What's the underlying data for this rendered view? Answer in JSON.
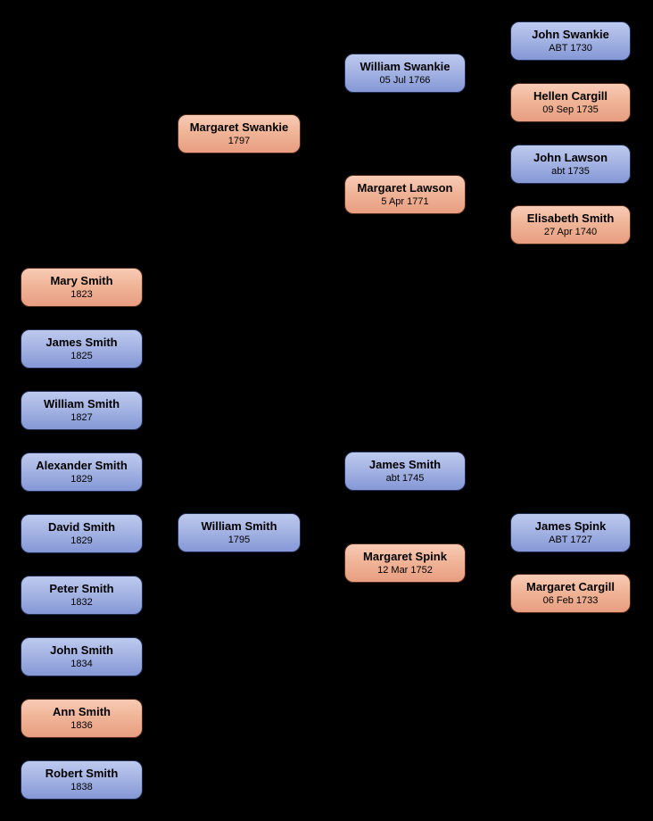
{
  "diagram": {
    "type": "family-tree",
    "background_color": "#000000",
    "colors": {
      "male_box_top": "#bdc9ee",
      "male_box_bottom": "#8598d6",
      "female_box_top": "#f8cbb5",
      "female_box_bottom": "#e89d80",
      "text": "#000000"
    }
  },
  "persons": [
    {
      "name": "Mary Smith",
      "date": "1823",
      "gender": "female",
      "generation": "child"
    },
    {
      "name": "James Smith",
      "date": "1825",
      "gender": "male",
      "generation": "child"
    },
    {
      "name": "William Smith",
      "date": "1827",
      "gender": "male",
      "generation": "child"
    },
    {
      "name": "Alexander Smith",
      "date": "1829",
      "gender": "male",
      "generation": "child"
    },
    {
      "name": "David Smith",
      "date": "1829",
      "gender": "male",
      "generation": "child"
    },
    {
      "name": "Peter Smith",
      "date": "1832",
      "gender": "male",
      "generation": "child"
    },
    {
      "name": "John Smith",
      "date": "1834",
      "gender": "male",
      "generation": "child"
    },
    {
      "name": "Ann Smith",
      "date": "1836",
      "gender": "female",
      "generation": "child"
    },
    {
      "name": "Robert Smith",
      "date": "1838",
      "gender": "male",
      "generation": "child"
    },
    {
      "name": "William Smith",
      "date": "1795",
      "gender": "male",
      "generation": "parent"
    },
    {
      "name": "Margaret Swankie",
      "date": "1797",
      "gender": "female",
      "generation": "parent"
    },
    {
      "name": "William Swankie",
      "date": "05 Jul 1766",
      "gender": "male",
      "generation": "grandparent"
    },
    {
      "name": "Margaret Lawson",
      "date": "5 Apr 1771",
      "gender": "female",
      "generation": "grandparent"
    },
    {
      "name": "James Smith",
      "date": "abt 1745",
      "gender": "male",
      "generation": "grandparent"
    },
    {
      "name": "Margaret Spink",
      "date": "12 Mar 1752",
      "gender": "female",
      "generation": "grandparent"
    },
    {
      "name": "John Swankie",
      "date": "ABT 1730",
      "gender": "male",
      "generation": "great-grandparent"
    },
    {
      "name": "Hellen Cargill",
      "date": "09 Sep 1735",
      "gender": "female",
      "generation": "great-grandparent"
    },
    {
      "name": "John Lawson",
      "date": "abt 1735",
      "gender": "male",
      "generation": "great-grandparent"
    },
    {
      "name": "Elisabeth Smith",
      "date": "27 Apr 1740",
      "gender": "female",
      "generation": "great-grandparent"
    },
    {
      "name": "James Spink",
      "date": "ABT 1727",
      "gender": "male",
      "generation": "great-grandparent"
    },
    {
      "name": "Margaret Cargill",
      "date": "06 Feb 1733",
      "gender": "female",
      "generation": "great-grandparent"
    }
  ]
}
